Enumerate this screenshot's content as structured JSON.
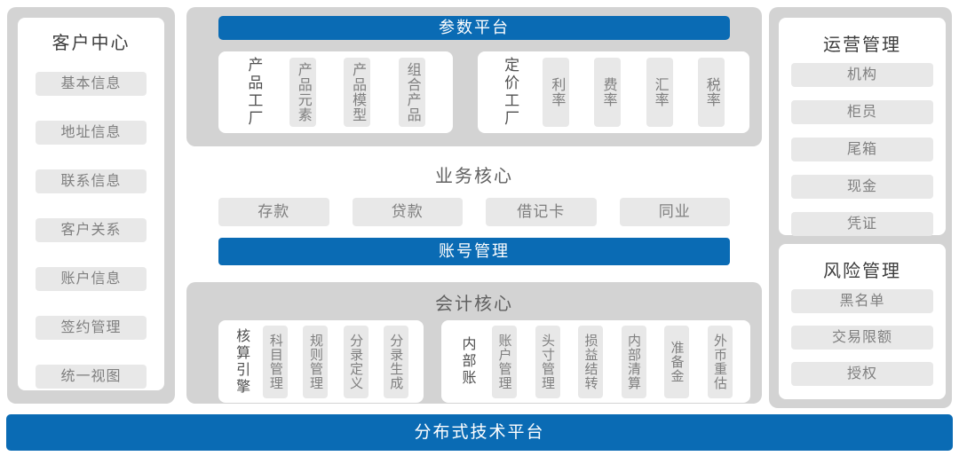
{
  "palette": {
    "blue": "#0a6bb4",
    "container_gray": "#d3d3d3",
    "box_gray": "#e8e8e8",
    "panel_title_text": "#3d3d3d",
    "section_title_text": "#616161",
    "group_label_text": "#4f4f4f",
    "item_text": "#7f7f7f"
  },
  "left_panel": {
    "title": "客户中心",
    "items": [
      "基本信息",
      "地址信息",
      "联系信息",
      "客户关系",
      "账户信息",
      "签约管理",
      "统一视图"
    ]
  },
  "center": {
    "param_platform": {
      "header": "参数平台",
      "groups": [
        {
          "label": "产品工厂",
          "items": [
            "产品元素",
            "产品模型",
            "组合产品"
          ]
        },
        {
          "label": "定价工厂",
          "items": [
            "利率",
            "费率",
            "汇率",
            "税率"
          ]
        }
      ]
    },
    "business_core": {
      "title": "业务核心",
      "items": [
        "存款",
        "贷款",
        "借记卡",
        "同业"
      ]
    },
    "account_mgmt": {
      "header": "账号管理"
    },
    "accounting_core": {
      "title": "会计核心",
      "groups": [
        {
          "label": "核算引擎",
          "items": [
            "科目管理",
            "规则管理",
            "分录定义",
            "分录生成"
          ]
        },
        {
          "label": "内部账",
          "items": [
            "账户管理",
            "头寸管理",
            "损益结转",
            "内部清算",
            "准备金",
            "外币重估"
          ]
        }
      ]
    }
  },
  "right_panel": {
    "sections": [
      {
        "title": "运营管理",
        "items": [
          "机构",
          "柜员",
          "尾箱",
          "现金",
          "凭证"
        ]
      },
      {
        "title": "风险管理",
        "items": [
          "黑名单",
          "交易限额",
          "授权"
        ]
      }
    ]
  },
  "bottom_bar": {
    "label": "分布式技术平台"
  }
}
